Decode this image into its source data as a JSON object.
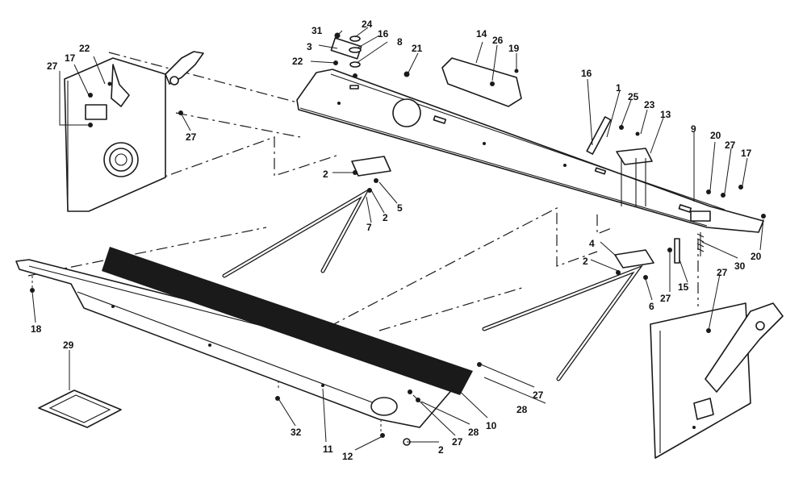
{
  "diagram": {
    "callouts": [
      {
        "id": "c1",
        "label": "1"
      },
      {
        "id": "c2a",
        "label": "2"
      },
      {
        "id": "c2b",
        "label": "2"
      },
      {
        "id": "c2c",
        "label": "2"
      },
      {
        "id": "c2d",
        "label": "2"
      },
      {
        "id": "c3",
        "label": "3"
      },
      {
        "id": "c4",
        "label": "4"
      },
      {
        "id": "c5",
        "label": "5"
      },
      {
        "id": "c6",
        "label": "6"
      },
      {
        "id": "c7",
        "label": "7"
      },
      {
        "id": "c8",
        "label": "8"
      },
      {
        "id": "c9",
        "label": "9"
      },
      {
        "id": "c10",
        "label": "10"
      },
      {
        "id": "c11",
        "label": "11"
      },
      {
        "id": "c12",
        "label": "12"
      },
      {
        "id": "c13",
        "label": "13"
      },
      {
        "id": "c14",
        "label": "14"
      },
      {
        "id": "c15",
        "label": "15"
      },
      {
        "id": "c16a",
        "label": "16"
      },
      {
        "id": "c16b",
        "label": "16"
      },
      {
        "id": "c17a",
        "label": "17"
      },
      {
        "id": "c17b",
        "label": "17"
      },
      {
        "id": "c18",
        "label": "18"
      },
      {
        "id": "c19",
        "label": "19"
      },
      {
        "id": "c20a",
        "label": "20"
      },
      {
        "id": "c20b",
        "label": "20"
      },
      {
        "id": "c21",
        "label": "21"
      },
      {
        "id": "c22a",
        "label": "22"
      },
      {
        "id": "c22b",
        "label": "22"
      },
      {
        "id": "c23",
        "label": "23"
      },
      {
        "id": "c24",
        "label": "24"
      },
      {
        "id": "c25",
        "label": "25"
      },
      {
        "id": "c26",
        "label": "26"
      },
      {
        "id": "c27a",
        "label": "27"
      },
      {
        "id": "c27b",
        "label": "27"
      },
      {
        "id": "c27c",
        "label": "27"
      },
      {
        "id": "c27d",
        "label": "27"
      },
      {
        "id": "c27e",
        "label": "27"
      },
      {
        "id": "c27f",
        "label": "27"
      },
      {
        "id": "c27g",
        "label": "27"
      },
      {
        "id": "c28a",
        "label": "28"
      },
      {
        "id": "c28b",
        "label": "28"
      },
      {
        "id": "c29",
        "label": "29"
      },
      {
        "id": "c30",
        "label": "30"
      },
      {
        "id": "c31",
        "label": "31"
      },
      {
        "id": "c32",
        "label": "32"
      }
    ]
  }
}
